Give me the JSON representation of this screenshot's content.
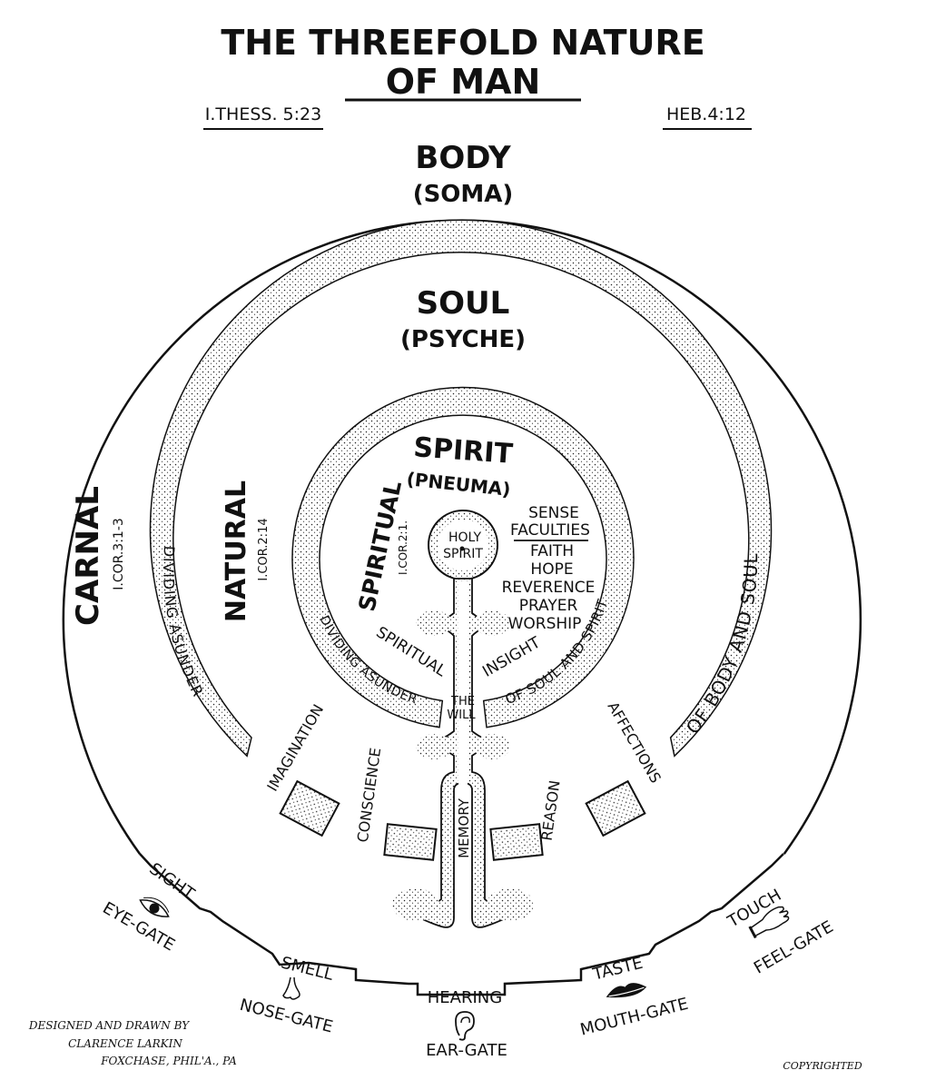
{
  "title": {
    "line1": "THE THREEFOLD NATURE",
    "line2": "OF MAN"
  },
  "refs": {
    "left": "I.THESS. 5:23",
    "right": "HEB.4:12"
  },
  "body": {
    "name": "BODY",
    "greek": "(SOMA)",
    "state": "CARNAL",
    "state_ref": "I.COR.3:1-3"
  },
  "soul": {
    "name": "SOUL",
    "greek": "(PSYCHE)",
    "state": "NATURAL",
    "state_ref": "I.COR.2:14"
  },
  "spirit": {
    "name": "SPIRIT",
    "greek": "(PNEUMA)",
    "state": "SPIRITUAL",
    "state_ref": "I.COR.2:1.",
    "center_1": "HOLY",
    "center_2": "SPIRIT",
    "faculties_heading_1": "SENSE",
    "faculties_heading_2": "FACULTIES",
    "faculties": [
      "FAITH",
      "HOPE",
      "REVERENCE",
      "PRAYER",
      "WORSHIP"
    ],
    "insight_left": "SPIRITUAL",
    "insight_right": "INSIGHT"
  },
  "ring_texts": {
    "soul_left": "DIVIDING ASUNDER",
    "soul_right": "OF BODY AND SOUL",
    "spirit_left": "DIVIDING ASUNDER",
    "spirit_right": "OF SOUL AND SPIRIT",
    "will_1": "THE",
    "will_2": "WILL"
  },
  "soul_faculties": [
    "IMAGINATION",
    "CONSCIENCE",
    "MEMORY",
    "REASON",
    "AFFECTIONS"
  ],
  "gates": [
    {
      "sense": "SIGHT",
      "gate": "EYE-GATE",
      "icon": "eye-icon"
    },
    {
      "sense": "SMELL",
      "gate": "NOSE-GATE",
      "icon": "nose-icon"
    },
    {
      "sense": "HEARING",
      "gate": "EAR-GATE",
      "icon": "ear-icon"
    },
    {
      "sense": "TASTE",
      "gate": "MOUTH-GATE",
      "icon": "lips-icon"
    },
    {
      "sense": "TOUCH",
      "gate": "FEEL-GATE",
      "icon": "hand-icon"
    }
  ],
  "credit": {
    "line1": "DESIGNED AND DRAWN BY",
    "line2": "CLARENCE LARKIN",
    "line3": "FOXCHASE, PHIL'A., PA"
  },
  "copyright": "COPYRIGHTED"
}
